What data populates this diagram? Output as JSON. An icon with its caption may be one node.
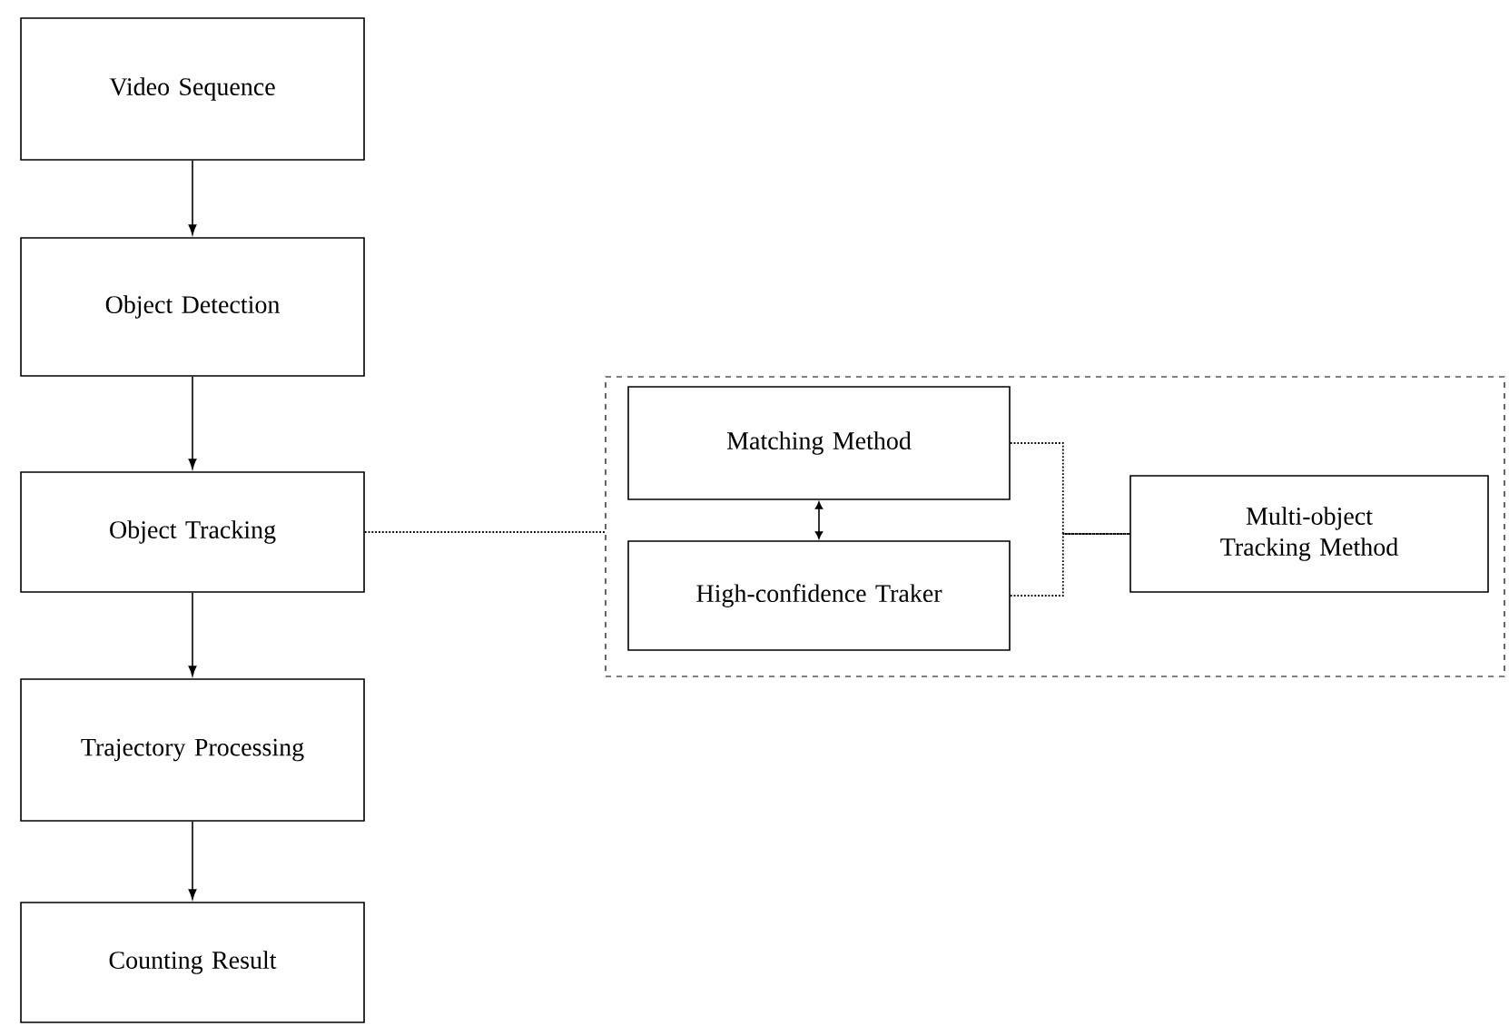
{
  "diagram": {
    "nodes": [
      {
        "text": [
          "Video Sequence"
        ]
      },
      {
        "text": [
          "Object Detection"
        ]
      },
      {
        "text": [
          "Object Tracking"
        ]
      },
      {
        "text": [
          "Trajectory Processing"
        ]
      },
      {
        "text": [
          "Counting Result"
        ]
      },
      {
        "text": [],
        "shape": "box"
      },
      {
        "text": [
          "Matching Method"
        ],
        "in": 5
      },
      {
        "text": [
          "High-confidence Traker"
        ],
        "in": 5
      },
      {
        "text": [
          "Multi-object Tracking Method"
        ],
        "in": 5
      }
    ],
    "edges": [
      {
        "from": 0,
        "to": 1,
        "arrow": "to"
      },
      {
        "from": 1,
        "to": 2,
        "arrow": "to"
      },
      {
        "from": 2,
        "to": 3,
        "arrow": "to"
      },
      {
        "from": 3,
        "to": 4,
        "arrow": "to"
      },
      {
        "from": 2,
        "to": 5,
        "arrow": "none",
        "style": "dashed"
      },
      {
        "from": 6,
        "to": 7,
        "arrow": "both"
      },
      {
        "from": 6,
        "to": 8,
        "arrow": "none",
        "style": "dashed"
      },
      {
        "from": 7,
        "to": 8,
        "arrow": "none",
        "style": "dashed"
      }
    ]
  }
}
